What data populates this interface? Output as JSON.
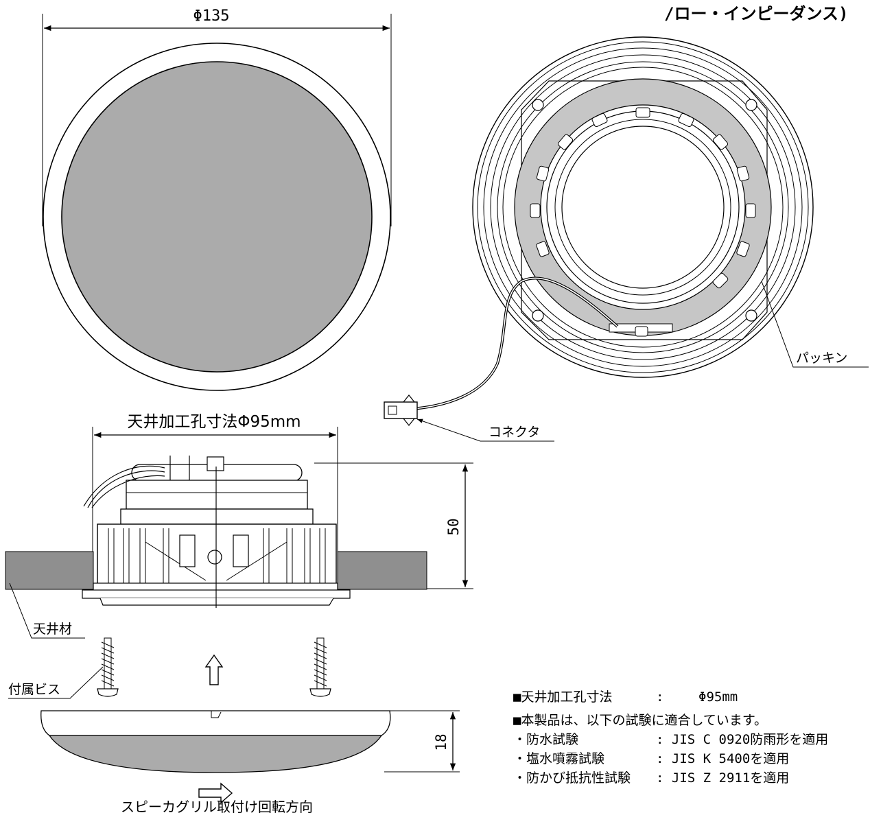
{
  "header": {
    "partial_title": "/ロー・インピーダンス)"
  },
  "front_view": {
    "diameter_label": "Φ135"
  },
  "back_view": {
    "packing_label": "パッキン",
    "connector_label": "コネクタ"
  },
  "side_view": {
    "cutout_label": "天井加工孔寸法Φ95mm",
    "height_label": "50",
    "ceiling_label": "天井材",
    "screw_label": "付属ビス"
  },
  "grille_view": {
    "thickness_label": "18",
    "rotation_label": "スピーカグリル取付け回転方向"
  },
  "spec": {
    "cutout_item": "■天井加工孔寸法",
    "cutout_sep": ":",
    "cutout_value": "Φ95mm",
    "tests_heading": "■本製品は、以下の試験に適合しています。",
    "tests": [
      {
        "name": "・防水試験",
        "value": ": JIS C 0920防雨形を適用"
      },
      {
        "name": "・塩水噴霧試験",
        "value": ": JIS K 5400を適用"
      },
      {
        "name": "・防かび抵抗性試験",
        "value": ": JIS Z 2911を適用"
      }
    ]
  },
  "colors": {
    "grille_fill": "#ababab",
    "ceiling_fill": "#8f8f8f",
    "packing_fill": "#c6c6c6",
    "line": "#000000"
  }
}
